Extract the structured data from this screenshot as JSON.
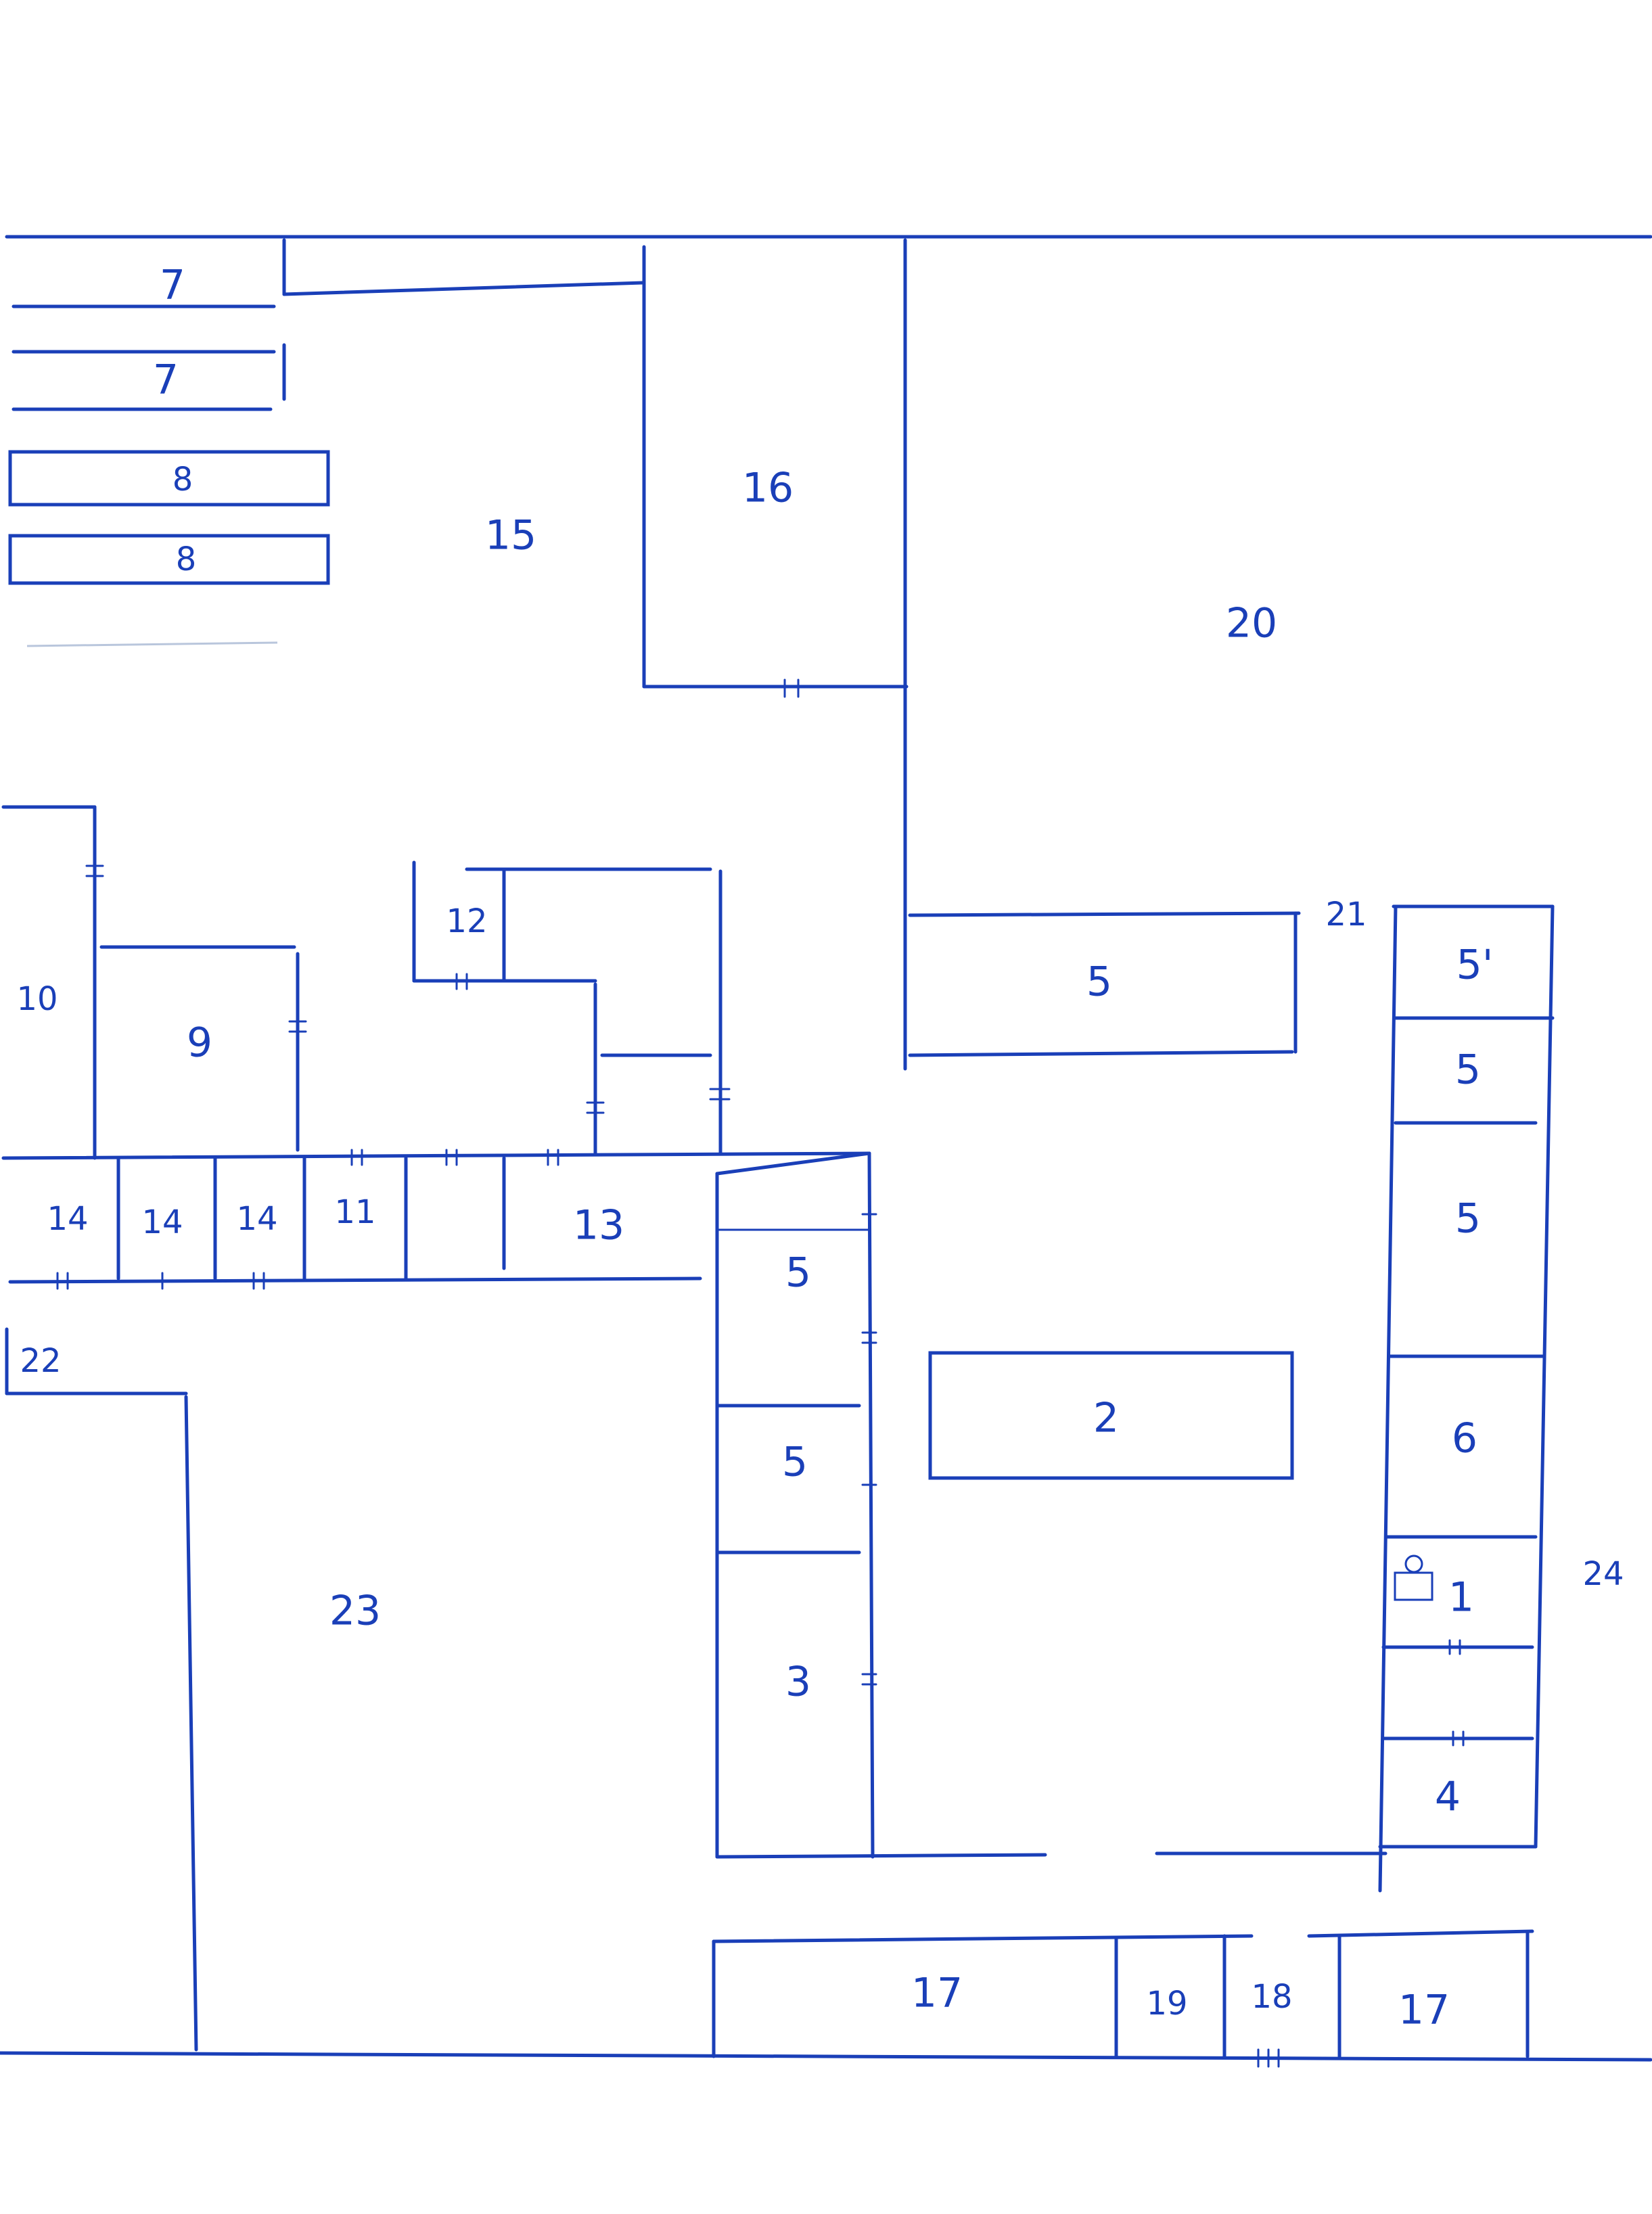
{
  "labels": {
    "r1": "1",
    "r2": "2",
    "r3": "3",
    "r4": "4",
    "r5a": "5",
    "r5b": "5",
    "r5c": "5",
    "r5d": "5",
    "r5e": "5",
    "r5f": "5'",
    "r6": "6",
    "r7a": "7",
    "r7b": "7",
    "r8a": "8",
    "r8b": "8",
    "r9": "9",
    "r10": "10",
    "r11": "11",
    "r12": "12",
    "r13": "13",
    "r14a": "14",
    "r14b": "14",
    "r14c": "14",
    "r15": "15",
    "r16": "16",
    "r17a": "17",
    "r17b": "17",
    "r18": "18",
    "r19": "19",
    "r20": "20",
    "r21": "21",
    "r22": "22",
    "r23": "23",
    "r24": "24"
  },
  "colors": {
    "ink": "#1a3fb8",
    "paper": "#ffffff"
  }
}
